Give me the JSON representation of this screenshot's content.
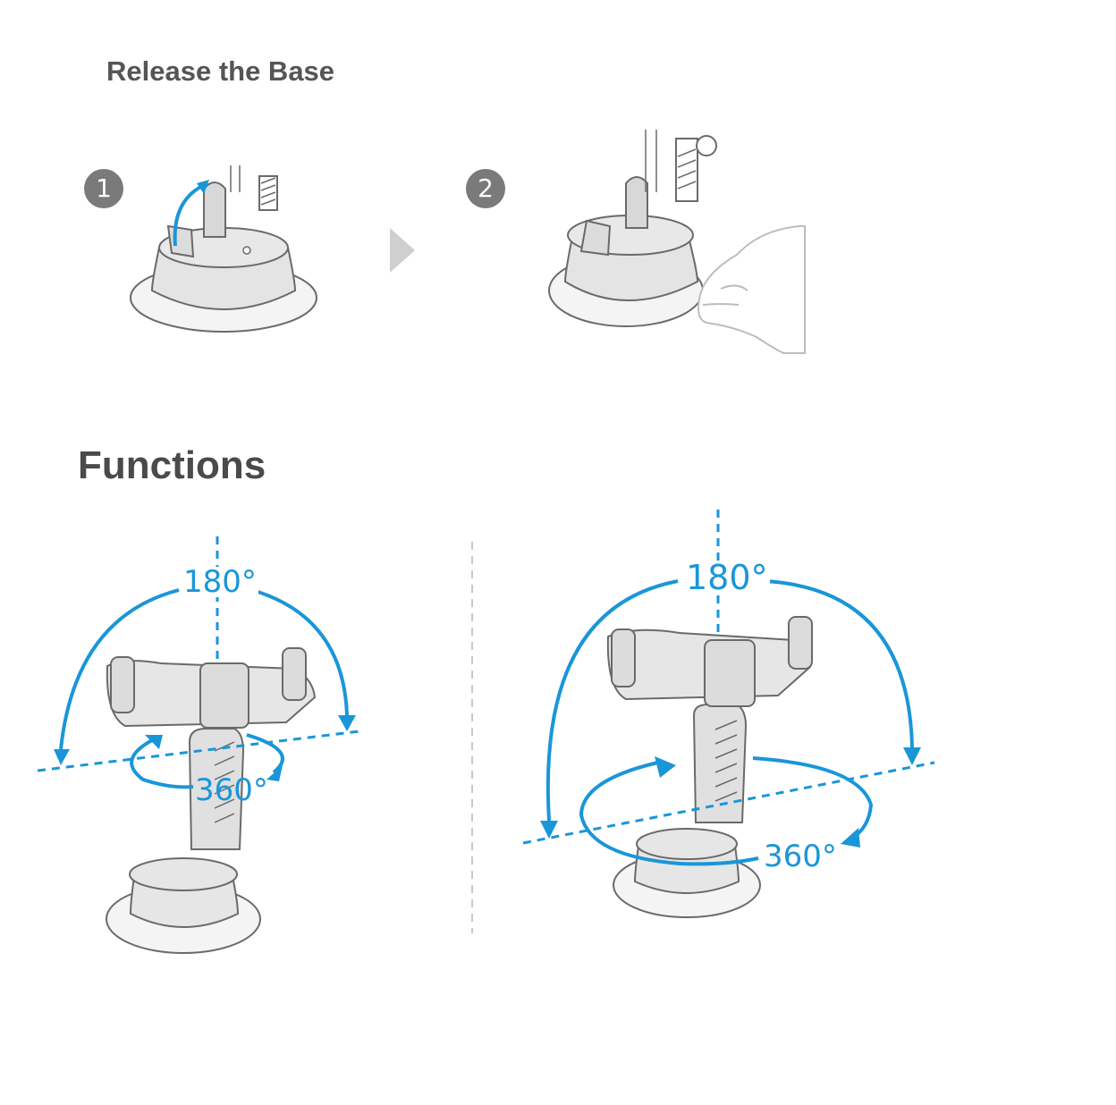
{
  "release": {
    "title": "Release the Base",
    "steps": [
      {
        "number": "1"
      },
      {
        "number": "2"
      }
    ]
  },
  "functions": {
    "title": "Functions",
    "left": {
      "tilt_label": "180°",
      "rotate_label": "360°"
    },
    "right": {
      "tilt_label": "180°",
      "rotate_label": "360°"
    }
  },
  "colors": {
    "accent": "#1a96d8",
    "heading": "#555555",
    "line": "#6a6a6a",
    "fill": "#e6e6e6",
    "badge": "#7a7a7a"
  },
  "icons": [
    "step-arrow-icon",
    "hand-icon"
  ]
}
